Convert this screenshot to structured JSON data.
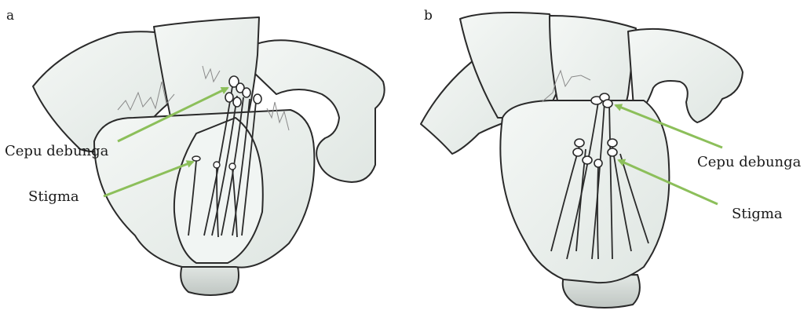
{
  "panels": [
    {
      "letter": "a",
      "labels": {
        "anther": "Cepu debunga",
        "stigma": "Stigma"
      }
    },
    {
      "letter": "b",
      "labels": {
        "anther": "Cepu debunga",
        "stigma": "Stigma"
      }
    }
  ],
  "colors": {
    "petal_fill": "#eef3f0",
    "petal_shade": "#d9dfdc",
    "outline": "#2a2a2a",
    "arrow": "#8cbf5a"
  }
}
